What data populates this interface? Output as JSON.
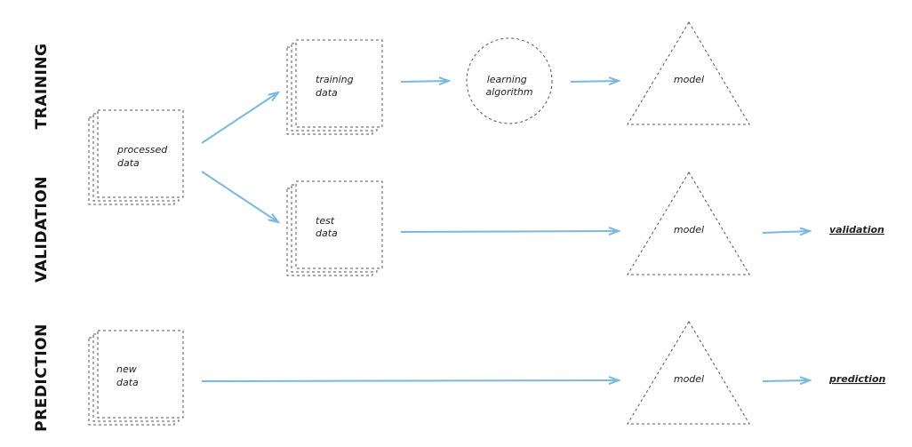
{
  "phases": {
    "training": "TRAINING",
    "validation": "VALIDATION",
    "prediction": "PREDICTION"
  },
  "nodes": {
    "processed_data": [
      "processed",
      "data"
    ],
    "training_data": [
      "training",
      "data"
    ],
    "learning_algorithm": [
      "learning",
      "algorithm"
    ],
    "model_training": [
      "model"
    ],
    "test_data": [
      "test",
      "data"
    ],
    "model_validation": [
      "model"
    ],
    "validation_output": "validation",
    "new_data": [
      "new",
      "data"
    ],
    "model_prediction": [
      "model"
    ],
    "prediction_output": "prediction"
  },
  "colors": {
    "arrow": "#7ab8e0",
    "outline": "#555555"
  }
}
